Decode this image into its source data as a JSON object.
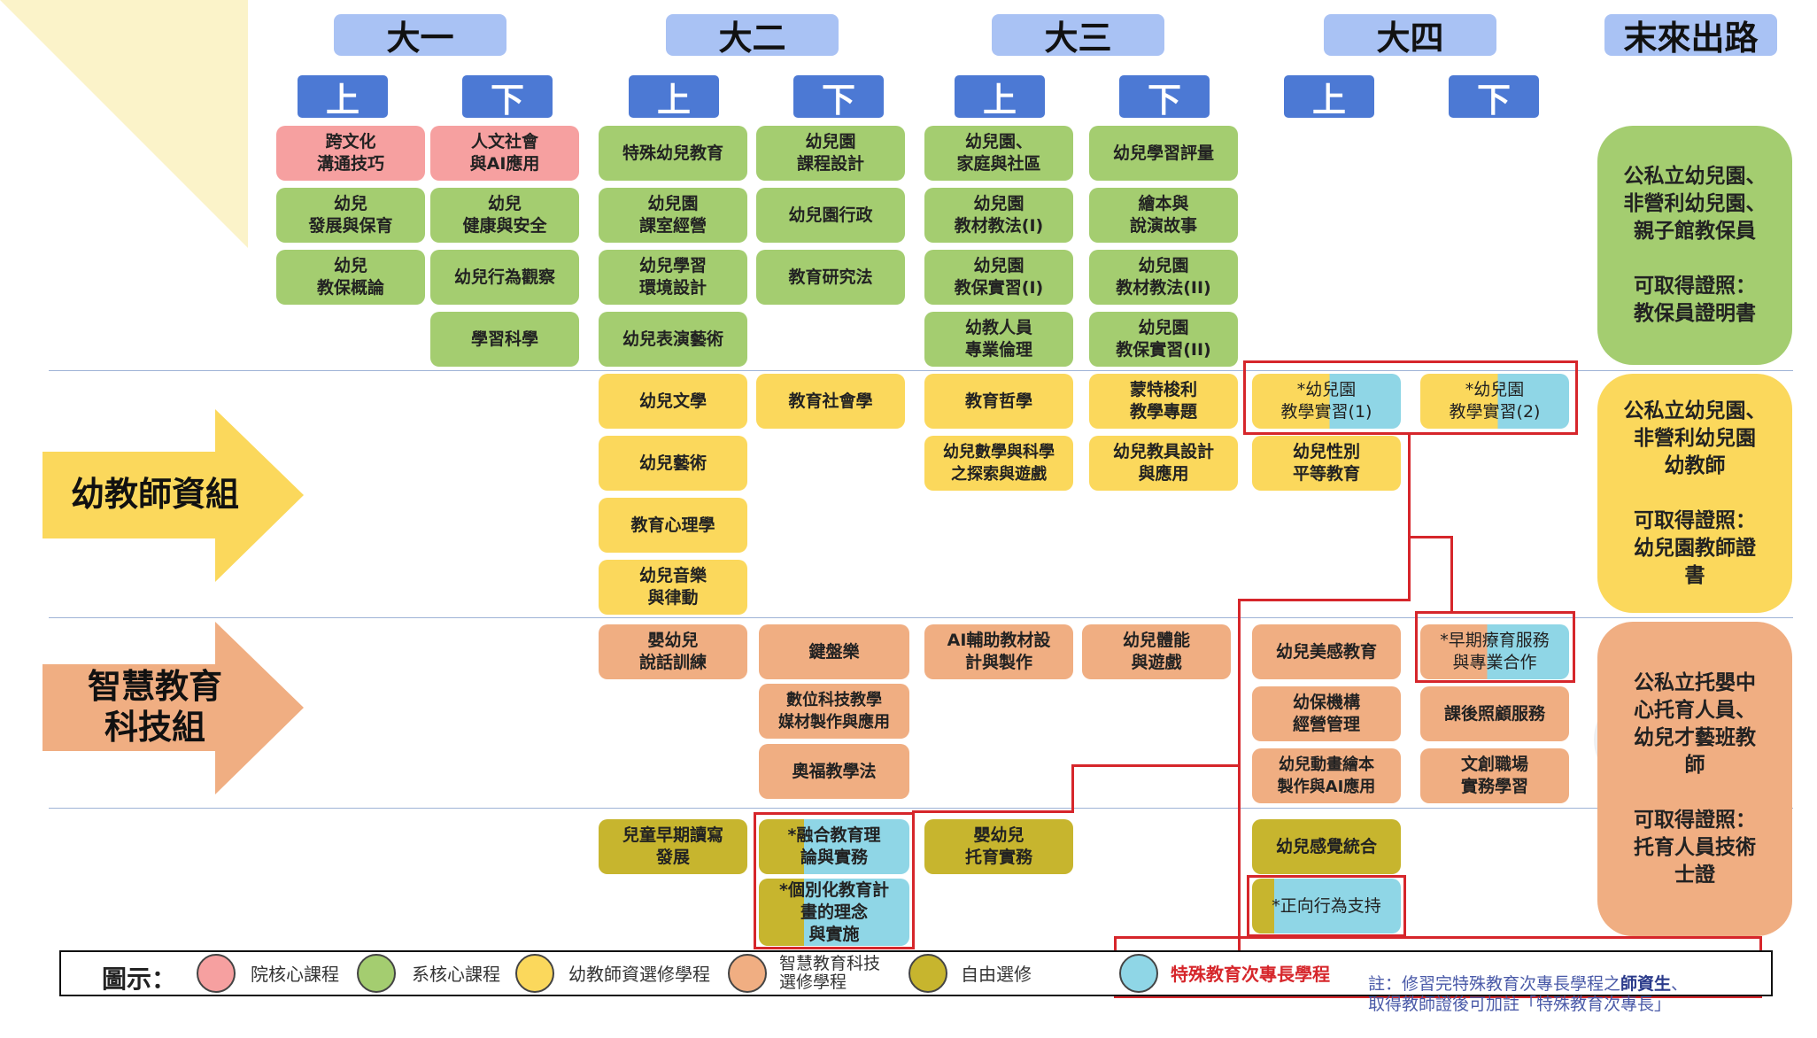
{
  "years": [
    "大一",
    "大二",
    "大三",
    "大四",
    "末來出路"
  ],
  "semesters": [
    "上",
    "下",
    "上",
    "下",
    "上",
    "下",
    "上",
    "下"
  ],
  "tracks": {
    "teacher": "幼教師資組",
    "tech": "智慧教育\n科技組"
  },
  "courses": {
    "y1a": [
      "跨文化\n溝通技巧",
      "幼兒\n發展與保育",
      "幼兒\n教保概論"
    ],
    "y1b": [
      "人文社會\n與AI應用",
      "幼兒\n健康與安全",
      "幼兒行為觀察",
      "學習科學"
    ],
    "y2a": [
      "特殊幼兒教育",
      "幼兒園\n課室經營",
      "幼兒學習\n環境設計",
      "幼兒表演藝術"
    ],
    "y2b": [
      "幼兒園\n課程設計",
      "幼兒園行政",
      "教育研究法"
    ],
    "y3a": [
      "幼兒園、\n家庭與社區",
      "幼兒園\n教材教法(I)",
      "幼兒園\n教保實習(I)",
      "幼教人員\n專業倫理"
    ],
    "y3b": [
      "幼兒學習評量",
      "繪本與\n說演故事",
      "幼兒園\n教材教法(II)",
      "幼兒園\n教保實習(II)"
    ],
    "t_y2a": [
      "幼兒文學",
      "幼兒藝術",
      "教育心理學",
      "幼兒音樂\n與律動"
    ],
    "t_y2b": [
      "教育社會學"
    ],
    "t_y3a": [
      "教育哲學",
      "幼兒數學與科學\n之探索與遊戲"
    ],
    "t_y3b": [
      "蒙特梭利\n教學專題",
      "幼兒教具設計\n與應用"
    ],
    "t_y4a": [
      "*幼兒園\n教學實習(1)",
      "幼兒性別\n平等教育"
    ],
    "t_y4b": [
      "*幼兒園\n教學實習(2)"
    ],
    "s_y2a": [
      "嬰幼兒\n說話訓練"
    ],
    "s_y2b": [
      "鍵盤樂",
      "數位科技教學\n媒材製作與應用",
      "奧福教學法"
    ],
    "s_y3a": [
      "AI輔助教材設\n計與製作"
    ],
    "s_y3b": [
      "幼兒體能\n與遊戲"
    ],
    "s_y4a": [
      "幼兒美感教育",
      "幼保機構\n經營管理",
      "幼兒動畫繪本\n製作與AI應用"
    ],
    "s_y4b": [
      "*早期療育服務\n與專業合作",
      "課後照顧服務",
      "文創職場\n實務學習"
    ],
    "f_y2a": [
      "兒童早期讀寫\n發展"
    ],
    "f_y2b": [
      "*融合教育理\n論與實務",
      "*個別化教育計\n畫的理念\n與實施"
    ],
    "f_y3a": [
      "嬰幼兒\n托育實務"
    ],
    "f_y4a": [
      "幼兒感覺統合",
      "*正向行為支持"
    ]
  },
  "careers": [
    "公私立幼兒園、\n非營利幼兒園、\n親子館教保員\n\n可取得證照：\n教保員證明書",
    "公私立幼兒園、\n非營利幼兒園\n幼教師\n\n可取得證照：\n幼兒園教師證\n書",
    "公私立托嬰中\n心托育人員、\n幼兒才藝班教\n師\n\n可取得證照：\n托育人員技術\n士證"
  ],
  "legend": {
    "title": "圖示：",
    "items": [
      "院核心課程",
      "系核心課程",
      "幼教師資選修學程",
      "智慧教育科技\n選修學程",
      "自由選修",
      "特殊教育次專長學程"
    ],
    "note_part1": "註：修習完特殊教育次專長學程之",
    "note_bold": "師資生",
    "note_part2": "、\n取得教師證後可加註「特殊教育次專長」"
  },
  "colors": {
    "college_core": "#f6a0a0",
    "dept_core": "#a4cd70",
    "teacher_elective": "#fbd85c",
    "tech_elective": "#f0ae82",
    "free_elective": "#c7b52e",
    "special_ed": "#8fd6e6",
    "year_header": "#a9c2f4",
    "semester_header": "#4c79d4",
    "highlight": "#d6262b"
  }
}
